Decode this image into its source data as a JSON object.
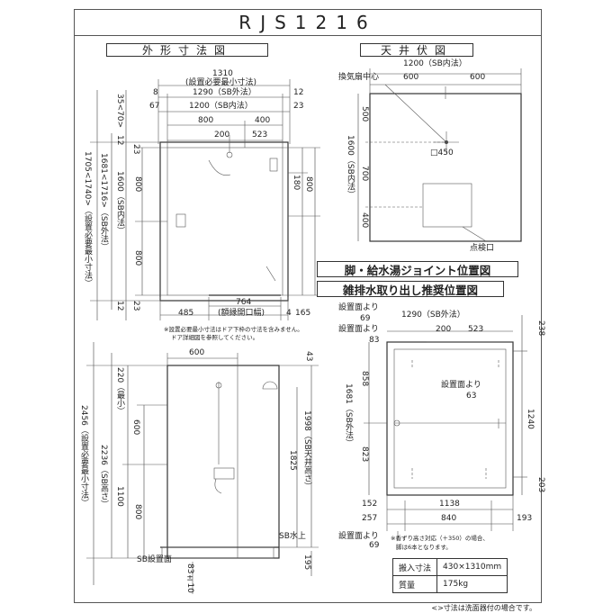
{
  "header": {
    "model": "RJS1216"
  },
  "sections": {
    "outline": "外形寸法図",
    "ceiling": "天井伏図",
    "joint": "脚・給水湯ジョイント位置図",
    "drain": "雑排水取り出し推奨位置図"
  },
  "plan": {
    "w_total": "1310",
    "w_total_note": "(設置必要最小寸法)",
    "w_sb_outer": "1290（SB外法）",
    "w_sb_inner": "1200（SB内法）",
    "left8": "8",
    "right12": "12",
    "left67": "67",
    "right23": "23",
    "d800": "800",
    "d400": "400",
    "d200": "200",
    "d523": "523",
    "d764": "764",
    "d764_note": "(額縁開口幅)",
    "d485": "485",
    "d4": "4",
    "d165": "165",
    "h_total": "1705<1740>（設置必要最小寸法）",
    "h_outer": "1681<1716>（SB外法）",
    "h_inner": "1600（SB内法）",
    "v35_70": "35<70>",
    "v12": "12",
    "v23": "23",
    "v800a": "800",
    "v800b": "800",
    "v180": "180",
    "v800c": "800",
    "v12b": "12",
    "v23b": "23",
    "note1": "※設置必要最小寸法はドア下枠の寸法を含みません。",
    "note2": "ドア詳細図を参照してください。"
  },
  "ceiling": {
    "w_inner": "1200（SB内法）",
    "d600a": "600",
    "d600b": "600",
    "fan_label": "換気扇中心",
    "fan_size": "□450",
    "v500": "500",
    "v700": "700",
    "v400": "400",
    "v_total": "1600（SB内法）",
    "hatch_label": "点検口"
  },
  "elevation": {
    "w600": "600",
    "v43": "43",
    "h2456": "2456（設置必要最小寸法）",
    "h2236": "2236（SB高さ）",
    "h220": "220（最小）",
    "h600": "600",
    "h1100": "1100",
    "h800": "800",
    "h1825": "1825",
    "h1998": "1998（SB天井高さ）",
    "h195": "195",
    "h83": "83±10",
    "sb_install": "SB設置面",
    "sb_water": "SB水上"
  },
  "joint": {
    "from1": "設置面より",
    "from1_val": "69",
    "from2": "設置面より",
    "from2_val": "83",
    "w1290": "1290（SB外法）",
    "d200": "200",
    "d523": "523",
    "v238": "238",
    "from3": "設置面より",
    "from3_val": "63",
    "v858": "858",
    "v1681": "1681（SB外法）",
    "v823": "823",
    "v1240": "1240",
    "v203": "203",
    "d152": "152",
    "d1138": "1138",
    "d257": "257",
    "d840": "840",
    "d193": "193",
    "from4": "設置面より",
    "from4_val": "69",
    "foot_note1": "※香ずり高さ対応（＋350）の場合、",
    "foot_note2": "脚は6本となります。"
  },
  "specs": [
    {
      "label": "搬入寸法",
      "value": "430×1310mm"
    },
    {
      "label": "質量",
      "value": "175kg"
    }
  ],
  "footer": "<>寸法は洗面器付の場合です。"
}
